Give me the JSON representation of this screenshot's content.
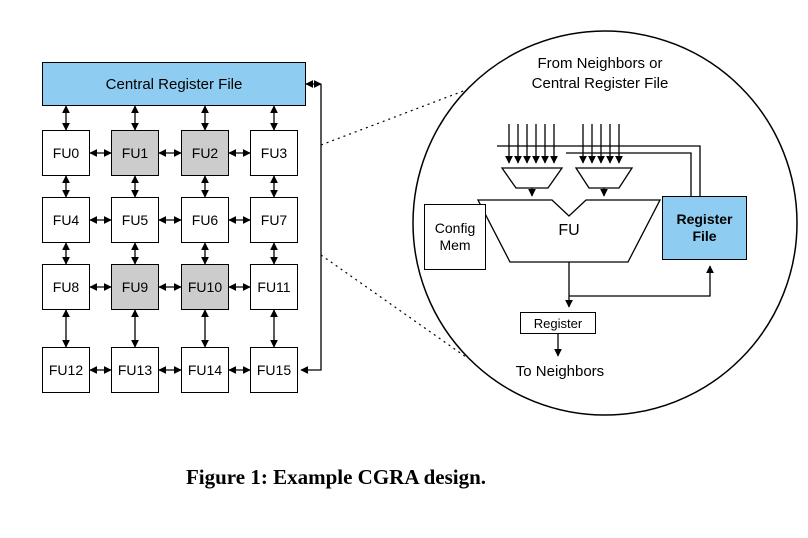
{
  "colors": {
    "highlight_blue": "#8ECDF1",
    "shaded_gray": "#CCCCCC"
  },
  "grid": {
    "central_register_file": {
      "label": "Central Register File"
    },
    "fus": [
      {
        "label": "FU0",
        "shaded": false
      },
      {
        "label": "FU1",
        "shaded": true
      },
      {
        "label": "FU2",
        "shaded": true
      },
      {
        "label": "FU3",
        "shaded": false
      },
      {
        "label": "FU4",
        "shaded": false
      },
      {
        "label": "FU5",
        "shaded": false
      },
      {
        "label": "FU6",
        "shaded": false
      },
      {
        "label": "FU7",
        "shaded": false
      },
      {
        "label": "FU8",
        "shaded": false
      },
      {
        "label": "FU9",
        "shaded": true
      },
      {
        "label": "FU10",
        "shaded": true
      },
      {
        "label": "FU11",
        "shaded": false
      },
      {
        "label": "FU12",
        "shaded": false
      },
      {
        "label": "FU13",
        "shaded": false
      },
      {
        "label": "FU14",
        "shaded": false
      },
      {
        "label": "FU15",
        "shaded": false
      }
    ]
  },
  "detail": {
    "header_line1": "From Neighbors or",
    "header_line2": "Central Register File",
    "config_mem_line1": "Config",
    "config_mem_line2": "Mem",
    "fu_label": "FU",
    "register_file_line1": "Register",
    "register_file_line2": "File",
    "register_label": "Register",
    "to_neighbors_label": "To Neighbors"
  },
  "caption": "Figure 1: Example CGRA design."
}
